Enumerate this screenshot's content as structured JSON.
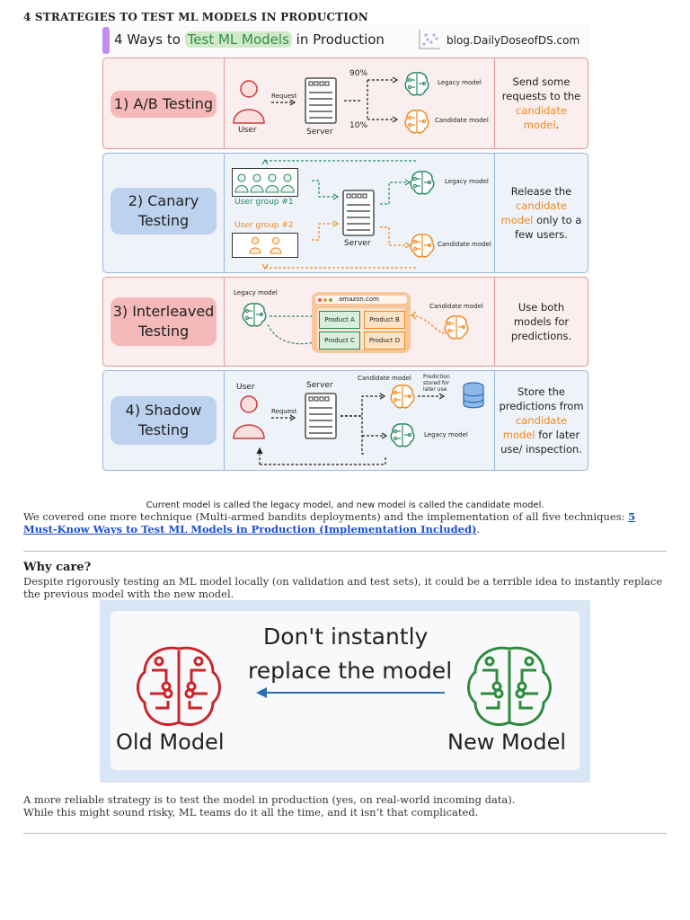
{
  "title": "4 STRATEGIES TO TEST ML MODELS IN PRODUCTION",
  "infographic": {
    "heading_pre": "4 Ways to ",
    "heading_hl": "Test ML Models",
    "heading_post": " in Production",
    "brand": "blog.DailyDoseofDS.com",
    "rows": [
      {
        "label": "1) A/B Testing",
        "user": "User",
        "request": "Request",
        "server": "Server",
        "pct_top": "90%",
        "pct_bottom": "10%",
        "legacy": "Legacy model",
        "candidate": "Candidate model",
        "desc_pre": "Send some requests to the ",
        "desc_hl": "candidate model",
        "desc_post": "."
      },
      {
        "label_l1": "2) Canary",
        "label_l2": "Testing",
        "group1": "User group #1",
        "group2": "User group #2",
        "server": "Server",
        "legacy": "Legacy model",
        "candidate": "Candidate model",
        "desc_pre": "Release the ",
        "desc_hl": "candidate model",
        "desc_post": " only to a few users."
      },
      {
        "label_l1": "3) Interleaved",
        "label_l2": "Testing",
        "legacy": "Legacy model",
        "candidate": "Candidate model",
        "site": "amazon.com",
        "products": [
          "Product A",
          "Product B",
          "Product C",
          "Product D"
        ],
        "desc": "Use both models for predictions."
      },
      {
        "label_l1": "4) Shadow",
        "label_l2": "Testing",
        "user": "User",
        "request": "Request",
        "server": "Server",
        "candidate": "Candidate model",
        "legacy": "Legacy model",
        "stored": "Prediction stored for later use",
        "desc_pre": "Store the predictions from ",
        "desc_hl": "candidate model",
        "desc_post": " for later use/ inspection."
      }
    ]
  },
  "caption": "Current model is called the legacy model, and new model is called the candidate model.",
  "para1_text": "We covered one more technique (Multi-armed bandits deployments) and the implementation of all five techniques: ",
  "para1_link": "5 Must-Know Ways to Test ML Models in Production (Implementation Included)",
  "para1_end": ".",
  "why_heading": "Why care?",
  "why_para": "Despite rigorously testing an ML model locally (on validation and test sets), it could be a terrible idea to instantly replace the previous model with the new model.",
  "replace_img": {
    "line1": "Don't instantly",
    "line2": "replace the model",
    "old": "Old Model",
    "new": "New Model",
    "old_color": "#c8262a",
    "new_color": "#2e8b3e",
    "arrow_color": "#2a6fb4"
  },
  "para3_l1": "A more reliable strategy is to test the model in production (yes, on real-world incoming data).",
  "para3_l2": "While this might sound risky, ML teams do it all the time, and it isn’t that complicated."
}
